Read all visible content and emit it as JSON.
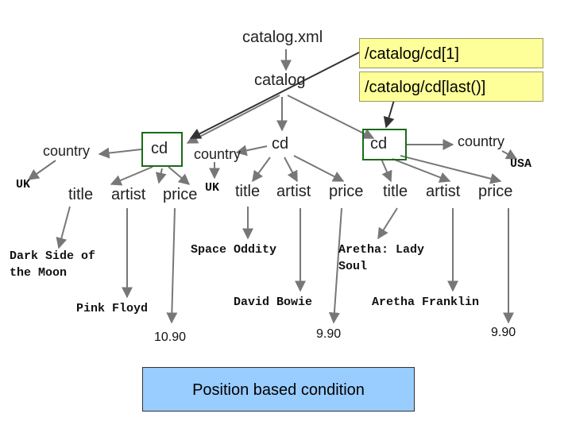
{
  "title": "catalog.xml",
  "root": "catalog",
  "queries": {
    "first": "/catalog/cd[1]",
    "last": "/catalog/cd[last()]"
  },
  "cd1": {
    "tag": "cd",
    "country_tag": "country",
    "country": "UK",
    "children": [
      "title",
      "artist",
      "price"
    ],
    "title": "Dark Side of the Moon",
    "artist": "Pink Floyd",
    "price": "10.90"
  },
  "cd2": {
    "tag": "cd",
    "country_tag": "country",
    "country": "UK",
    "children": [
      "title",
      "artist",
      "price"
    ],
    "title": "Space Oddity",
    "artist": "David Bowie",
    "price": "9.90"
  },
  "cd3": {
    "tag": "cd",
    "country_tag": "country",
    "country": "USA",
    "children": [
      "title",
      "artist",
      "price"
    ],
    "title": "Aretha: Lady Soul",
    "artist": "Aretha Franklin",
    "price": "9.90"
  },
  "caption": "Position based condition",
  "colors": {
    "query_box": "#ffff99",
    "highlight": "#1a6b1a",
    "caption_box": "#99ccff",
    "arrow": "#777777"
  }
}
